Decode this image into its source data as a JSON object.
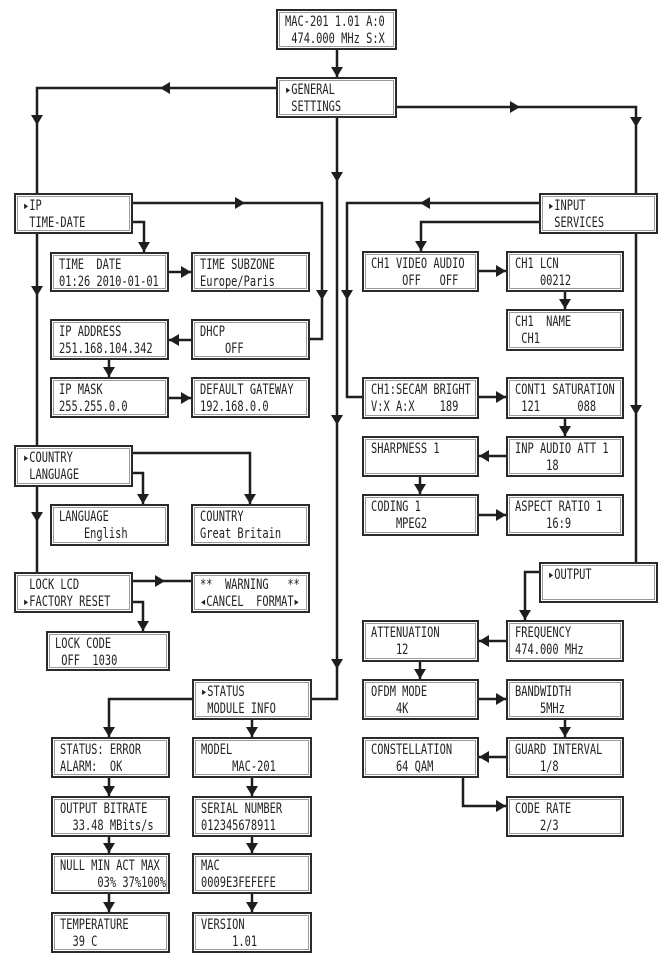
{
  "boxes": {
    "main_display": {
      "l1": "MAC-201 1.01 A:0",
      "l2": " 474.000 MHz S:X"
    },
    "general_settings": {
      "l1": "▸GENERAL",
      "l2": " SETTINGS"
    },
    "ip_time_date": {
      "l1": "▸IP",
      "l2": " TIME-DATE"
    },
    "time_date": {
      "l1": "TIME  DATE",
      "l2": "01:26 2010-01-01"
    },
    "time_subzone": {
      "l1": "TIME SUBZONE",
      "l2": "Europe/Paris"
    },
    "ip_address": {
      "l1": "IP ADDRESS",
      "l2": "251.168.104.342"
    },
    "dhcp": {
      "l1": "DHCP",
      "l2": "    OFF"
    },
    "ip_mask": {
      "l1": "IP MASK",
      "l2": "255.255.0.0"
    },
    "default_gateway": {
      "l1": "DEFAULT GATEWAY",
      "l2": "192.168.0.0"
    },
    "country_language": {
      "l1": "▸COUNTRY",
      "l2": " LANGUAGE"
    },
    "language": {
      "l1": "LANGUAGE",
      "l2": "    English"
    },
    "country": {
      "l1": "COUNTRY",
      "l2": "Great Britain"
    },
    "lock_factory": {
      "l1": " LOCK LCD",
      "l2": "▸FACTORY RESET"
    },
    "warning": {
      "l1": "**  WARNING   **",
      "l2": "◂CANCEL  FORMAT▸"
    },
    "lock_code": {
      "l1": "LOCK CODE",
      "l2": " OFF  1030"
    },
    "input_services": {
      "l1": "▸INPUT",
      "l2": " SERVICES"
    },
    "ch1_video_audio": {
      "l1": "CH1 VIDEO AUDIO",
      "l2": "     OFF   OFF"
    },
    "ch1_lcn": {
      "l1": "CH1 LCN",
      "l2": "    00212"
    },
    "ch1_name": {
      "l1": "CH1  NAME",
      "l2": " CH1"
    },
    "ch1_secam_bright": {
      "l1": "CH1:SECAM BRIGHT",
      "l2": "V:X A:X    189"
    },
    "cont1_saturation": {
      "l1": "CONT1 SATURATION",
      "l2": " 121      088"
    },
    "sharpness": {
      "l1": "SHARPNESS 1",
      "l2": ""
    },
    "inp_audio_att": {
      "l1": "INP AUDIO ATT 1",
      "l2": "     18"
    },
    "coding": {
      "l1": "CODING 1",
      "l2": "    MPEG2"
    },
    "aspect_ratio": {
      "l1": "ASPECT RATIO 1",
      "l2": "     16:9"
    },
    "output": {
      "l1": "▸OUTPUT",
      "l2": ""
    },
    "frequency": {
      "l1": "FREQUENCY",
      "l2": "474.000 MHz"
    },
    "attenuation": {
      "l1": "ATTENUATION",
      "l2": "    12"
    },
    "ofdm_mode": {
      "l1": "OFDM MODE",
      "l2": "    4K"
    },
    "bandwidth": {
      "l1": "BANDWIDTH",
      "l2": "    5MHz"
    },
    "constellation": {
      "l1": "CONSTELLATION",
      "l2": "    64 QAM"
    },
    "guard_interval": {
      "l1": "GUARD INTERVAL",
      "l2": "    1/8"
    },
    "code_rate": {
      "l1": "CODE RATE",
      "l2": "    2/3"
    },
    "status_module_info": {
      "l1": "▸STATUS",
      "l2": " MODULE INFO"
    },
    "status_alarm": {
      "l1": "STATUS: ERROR",
      "l2": "ALARM:  OK"
    },
    "model": {
      "l1": "MODEL",
      "l2": "     MAC-201"
    },
    "output_bitrate": {
      "l1": "OUTPUT BITRATE",
      "l2": "  33.48 MBits/s"
    },
    "serial_number": {
      "l1": "SERIAL NUMBER",
      "l2": "012345678911"
    },
    "null_min_act_max": {
      "l1": "NULL MIN ACT MAX",
      "l2": "      03% 37%100%"
    },
    "mac": {
      "l1": "MAC",
      "l2": "0009E3FEFEFE"
    },
    "temperature": {
      "l1": "TEMPERATURE",
      "l2": "  39 C"
    },
    "version": {
      "l1": "VERSION",
      "l2": "     1.01"
    }
  },
  "colors": {
    "line": "#1e1e1e",
    "box_border": "#2a2a2a"
  }
}
